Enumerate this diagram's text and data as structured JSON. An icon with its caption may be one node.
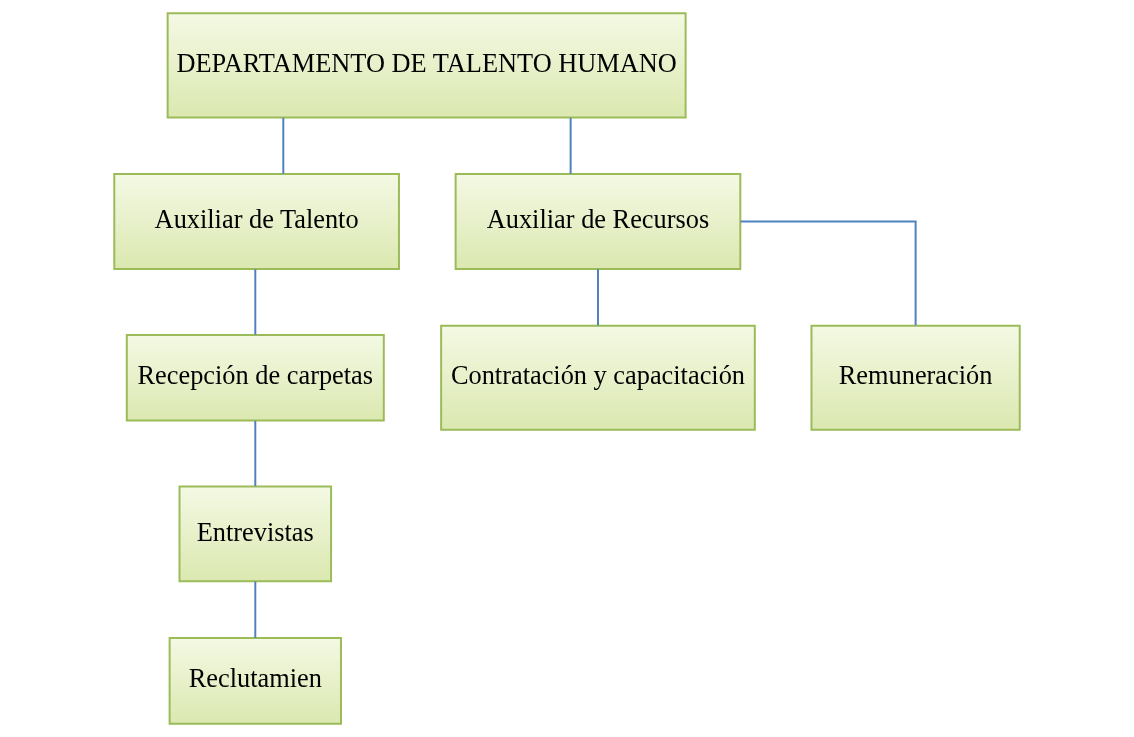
{
  "diagram": {
    "nodes": [
      {
        "text": [
          "DEPARTAMENTO DE TALENTO HUMANO"
        ]
      },
      {
        "text": [
          "Auxiliar de Talento"
        ]
      },
      {
        "text": [
          "Auxiliar de Recursos"
        ]
      },
      {
        "text": [
          "Recepción de carpetas"
        ]
      },
      {
        "text": [
          "Entrevistas"
        ]
      },
      {
        "text": [
          "Reclutamien"
        ]
      },
      {
        "text": [
          "Contratación y capacitación"
        ]
      },
      {
        "text": [
          "Remuneración"
        ]
      }
    ],
    "edges": [
      {
        "from": 0,
        "to": 1,
        "arrow": "none"
      },
      {
        "from": 0,
        "to": 2,
        "arrow": "none"
      },
      {
        "from": 1,
        "to": 3,
        "arrow": "none"
      },
      {
        "from": 3,
        "to": 4,
        "arrow": "none"
      },
      {
        "from": 4,
        "to": 5,
        "arrow": "none"
      },
      {
        "from": 2,
        "to": 6,
        "arrow": "none"
      },
      {
        "from": 2,
        "to": 7,
        "arrow": "none"
      }
    ]
  }
}
